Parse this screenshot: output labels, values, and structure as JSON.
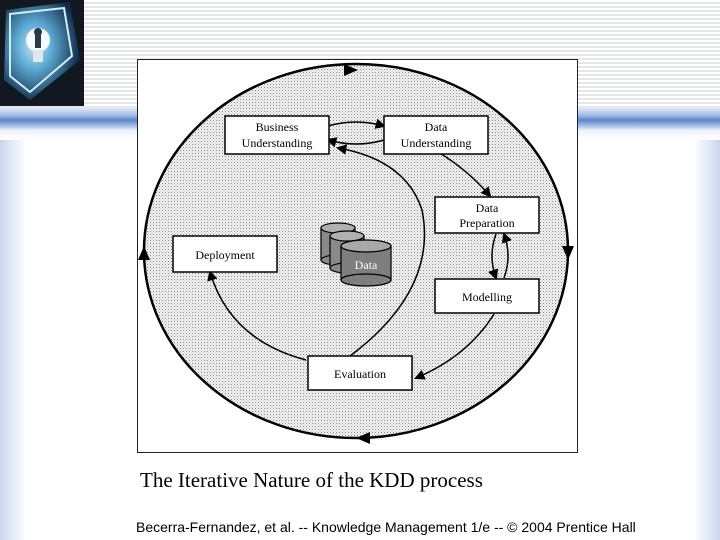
{
  "caption": "The Iterative Nature of the KDD process",
  "footer": "Becerra-Fernandez, et al. -- Knowledge Management 1/e  --  © 2004 Prentice Hall",
  "diagram": {
    "nodes": {
      "business_line1": "Business",
      "business_line2": "Understanding",
      "data_und_line1": "Data",
      "data_und_line2": "Understanding",
      "data_prep_line1": "Data",
      "data_prep_line2": "Preparation",
      "modelling": "Modelling",
      "evaluation": "Evaluation",
      "deployment": "Deployment",
      "data_store": "Data"
    }
  },
  "logo_icon": "lightbulb-icon"
}
